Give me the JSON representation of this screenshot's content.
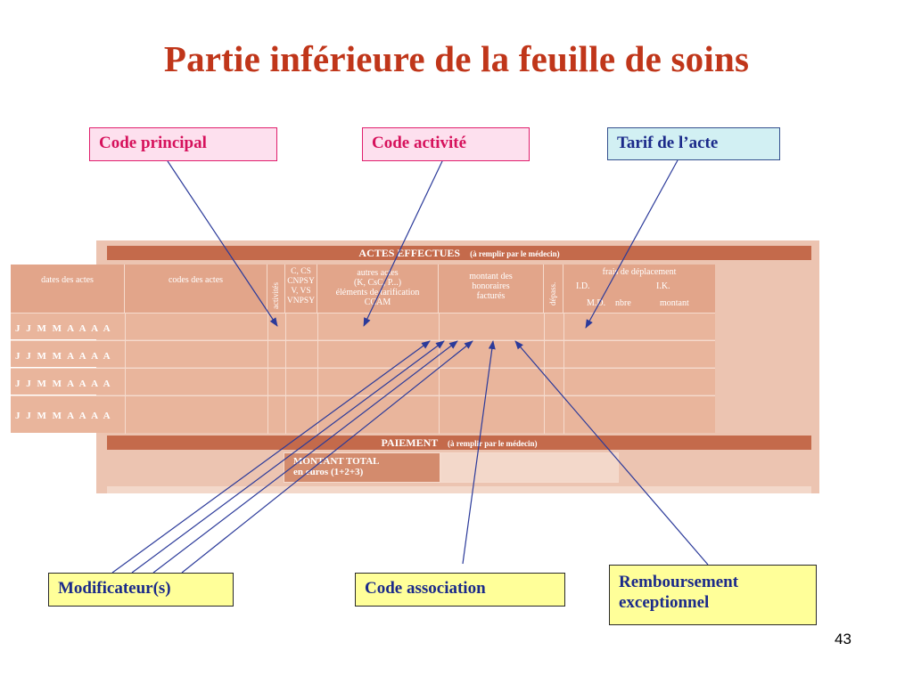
{
  "slide": {
    "title": "Partie inférieure de la feuille de soins",
    "page_number": "43"
  },
  "callouts": {
    "code_principal": "Code principal",
    "code_activite": "Code activité",
    "tarif_acte": "Tarif de l’acte",
    "modificateurs": "Modificateur(s)",
    "code_association": "Code association",
    "remboursement_line1": "Remboursement",
    "remboursement_line2": "exceptionnel"
  },
  "colors": {
    "title": "#c0361a",
    "pink_callout": "#d6125c",
    "navy_callout": "#1b2a8a",
    "arrow": "#2b3a9a",
    "form_band": "#c46a4b"
  },
  "form": {
    "actes_title": "ACTES EFFECTUES",
    "actes_note": "(à remplir par le médecin)",
    "col_dates": "dates des actes",
    "col_codes": "codes des actes",
    "col_activites": "activités",
    "col_cs_line1": "C, CS",
    "col_cs_line2": "CNPSY",
    "col_cs_line3": "V, VS",
    "col_cs_line4": "VNPSY",
    "col_autres_line1": "autres actes",
    "col_autres_line2": "(K, CsC, P...)",
    "col_autres_line3": "éléments de tarification",
    "col_autres_line4": "CCAM",
    "col_montant_line1": "montant des",
    "col_montant_line2": "honoraires",
    "col_montant_line3": "facturés",
    "col_depass": "dépass.",
    "col_frais": "frais de déplacement",
    "col_id": "I.D.",
    "col_ik": "I.K.",
    "col_md": "M.D.",
    "col_nbre": "nbre",
    "col_ik_montant": "montant",
    "date_mask": "J J M M A A A A",
    "paiement_title": "PAIEMENT",
    "paiement_note": "(à remplir par le médecin)",
    "montant_total_line1": "MONTANT TOTAL",
    "montant_total_line2": "en euros (1+2+3)"
  }
}
